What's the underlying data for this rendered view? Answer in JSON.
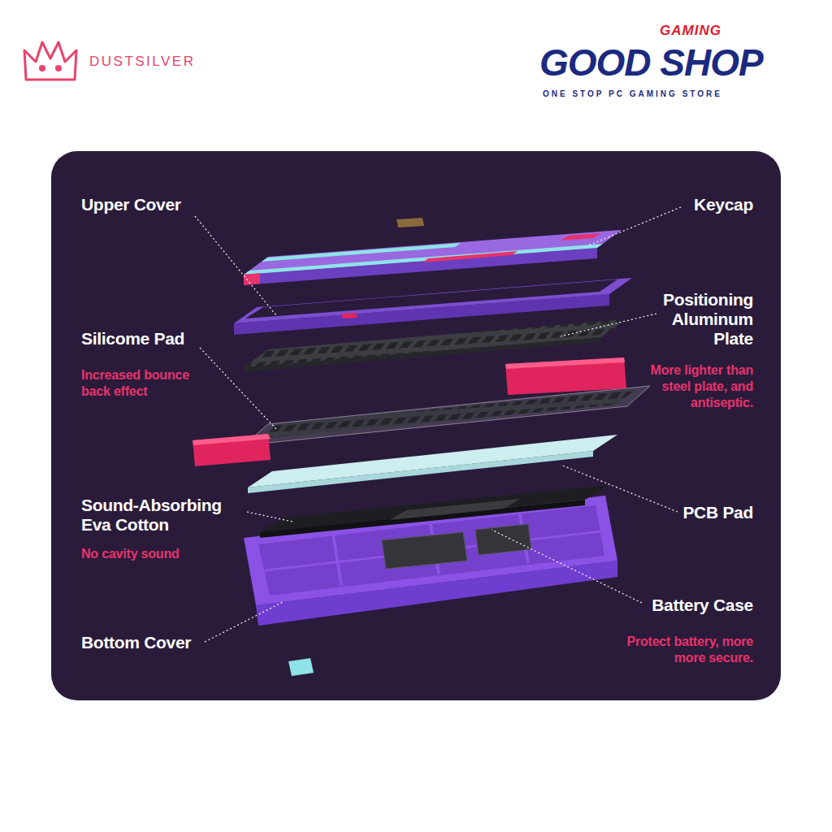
{
  "diagram": {
    "labels": [
      "DUSTSILVER",
      "GAMING",
      "GOOD SHOP",
      "ONE STOP PC GAMING STORE",
      "Upper Cover",
      "Keycap",
      "Positioning Aluminum Plate",
      "Silicome Pad",
      "Increased bounce back effect",
      "More lighter than steel plate, and antiseptic.",
      "Sound-Absorbing Eva Cotton",
      "No cavity sound",
      "PCB Pad",
      "Battery Case",
      "Protect battery, more more secure.",
      "Bottom Cover"
    ]
  }
}
